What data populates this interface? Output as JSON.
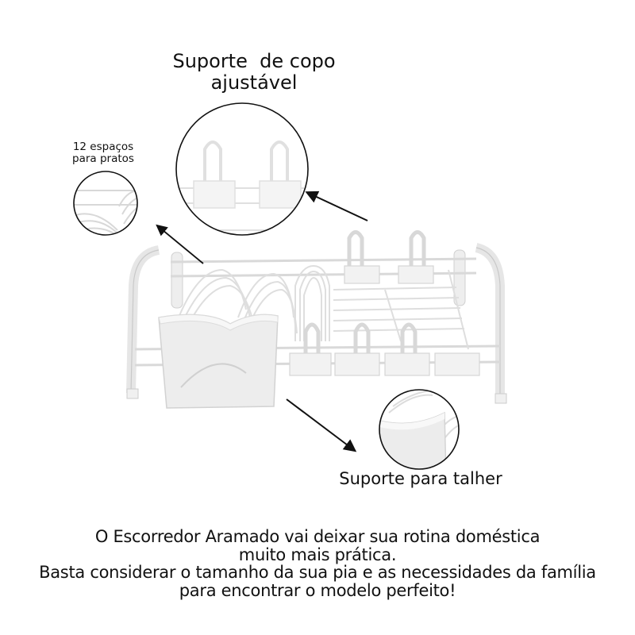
{
  "callouts": {
    "cup_holder": {
      "line1": "Suporte  de copo",
      "line2": "ajustável",
      "icon": "zoom-circle-cup-holder"
    },
    "plate_slots": {
      "line1": "12 espaços",
      "line2": "para pratos",
      "icon": "zoom-circle-plate-rack"
    },
    "cutlery_holder": {
      "label": "Suporte para talher",
      "icon": "zoom-circle-cutlery-holder"
    }
  },
  "product": {
    "name": "Escorredor Aramado",
    "color": "#ffffff",
    "outline_color": "#d8d8d8"
  },
  "footer": {
    "line1": "O Escorredor Aramado vai deixar sua rotina doméstica",
    "line2": "muito mais prática.",
    "line3": "Basta considerar o tamanho da sua pia e as necessidades da família",
    "line4": "para encontrar o modelo perfeito!"
  },
  "colors": {
    "text": "#111111",
    "circle_stroke": "#111111",
    "wire": "#dcdcdc",
    "background": "#ffffff"
  }
}
